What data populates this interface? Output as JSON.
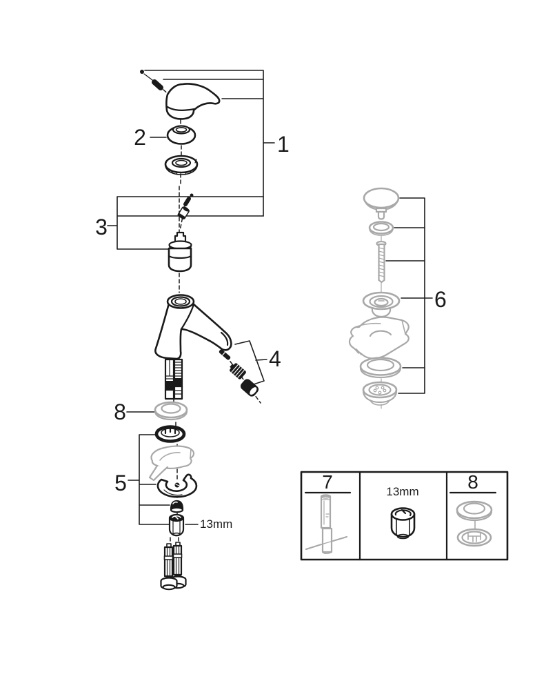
{
  "title": "faucet-exploded-parts-diagram",
  "labels": {
    "p1": "1",
    "p2": "2",
    "p3": "3",
    "p4": "4",
    "p5": "5",
    "p6": "6",
    "p8": "8",
    "nut_size": "13mm"
  },
  "toolbox": {
    "p7": "7",
    "nut_size": "13mm",
    "p8": "8"
  },
  "colors": {
    "line": "#1a1a1a",
    "gray": "#a8a8a8",
    "paper": "#ffffff"
  }
}
